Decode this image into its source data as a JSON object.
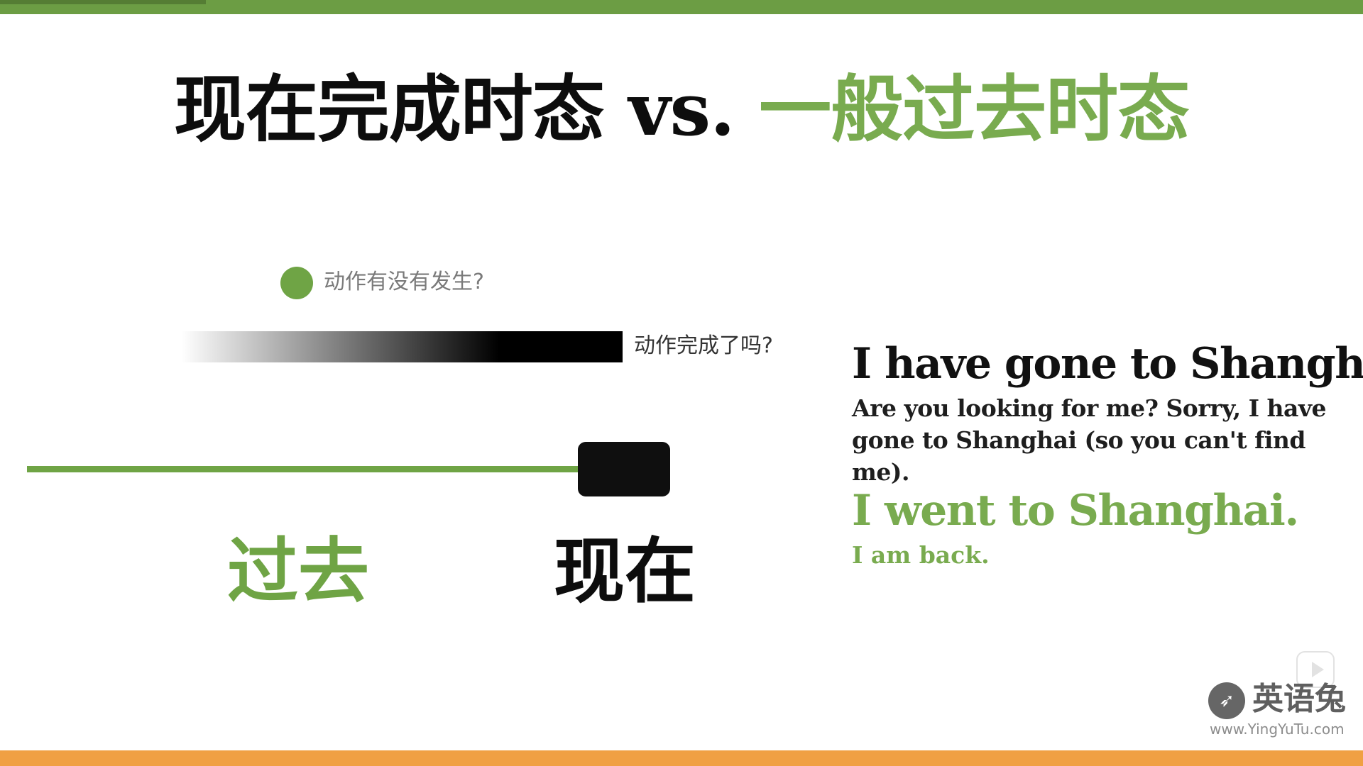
{
  "colors": {
    "green": "#6fa445",
    "title_green": "#79ab4f",
    "black": "#0d0d0d",
    "top_bar": "#6c9d44",
    "bottom_bar": "#f0a043"
  },
  "title": {
    "part1": "现在完成时态 vs. ",
    "part2": "一般过去时态"
  },
  "diagram": {
    "question_occurred": "动作有没有发生?",
    "question_completed": "动作完成了吗?",
    "label_past": "过去",
    "label_now": "现在"
  },
  "examples": {
    "present_perfect_sentence": "I have gone to Shanghai.",
    "present_perfect_explanation": "Are you looking for me? Sorry, I have gone to Shanghai (so you can't find me).",
    "past_simple_sentence": "I went to Shanghai.",
    "past_simple_explanation": "I am back."
  },
  "watermark": {
    "name": "英语兔",
    "url": "www.YingYuTu.com",
    "logo_icon": "rabbit-logo-icon",
    "video_icon": "play-icon"
  }
}
